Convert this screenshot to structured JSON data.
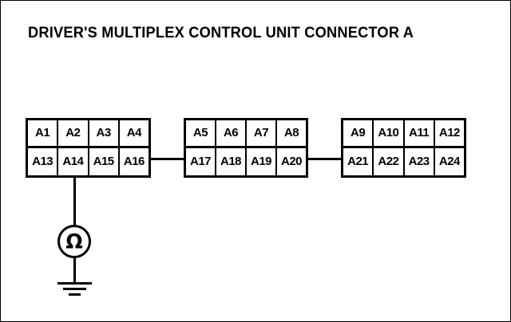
{
  "title": "DRIVER'S MULTIPLEX CONTROL UNIT CONNECTOR A",
  "colors": {
    "line": "#000000",
    "background": "#ffffff",
    "text": "#000000"
  },
  "connector": {
    "name": "CONNECTOR A",
    "blocks": [
      {
        "id": "block-1",
        "top_row": [
          "A1",
          "A2",
          "A3",
          "A4"
        ],
        "bottom_row": [
          "A13",
          "A14",
          "A15",
          "A16"
        ]
      },
      {
        "id": "block-2",
        "top_row": [
          "A5",
          "A6",
          "A7",
          "A8"
        ],
        "bottom_row": [
          "A17",
          "A18",
          "A19",
          "A20"
        ]
      },
      {
        "id": "block-3",
        "top_row": [
          "A9",
          "A10",
          "A11",
          "A12"
        ],
        "bottom_row": [
          "A21",
          "A22",
          "A23",
          "A24"
        ]
      }
    ]
  },
  "instrument": {
    "type": "ohmmeter",
    "symbol": "Ω",
    "icon": "ohmmeter-icon",
    "connected_pin": "A14",
    "ground_icon": "ground-icon"
  },
  "wires": [
    {
      "id": "wire-block1-block2",
      "from": "A16",
      "to": "A17"
    },
    {
      "id": "wire-block2-block3",
      "from": "A20",
      "to": "A21"
    },
    {
      "id": "wire-a14-ohmmeter",
      "from": "A14",
      "to": "ohmmeter"
    },
    {
      "id": "wire-ohmmeter-ground",
      "from": "ohmmeter",
      "to": "ground"
    }
  ]
}
